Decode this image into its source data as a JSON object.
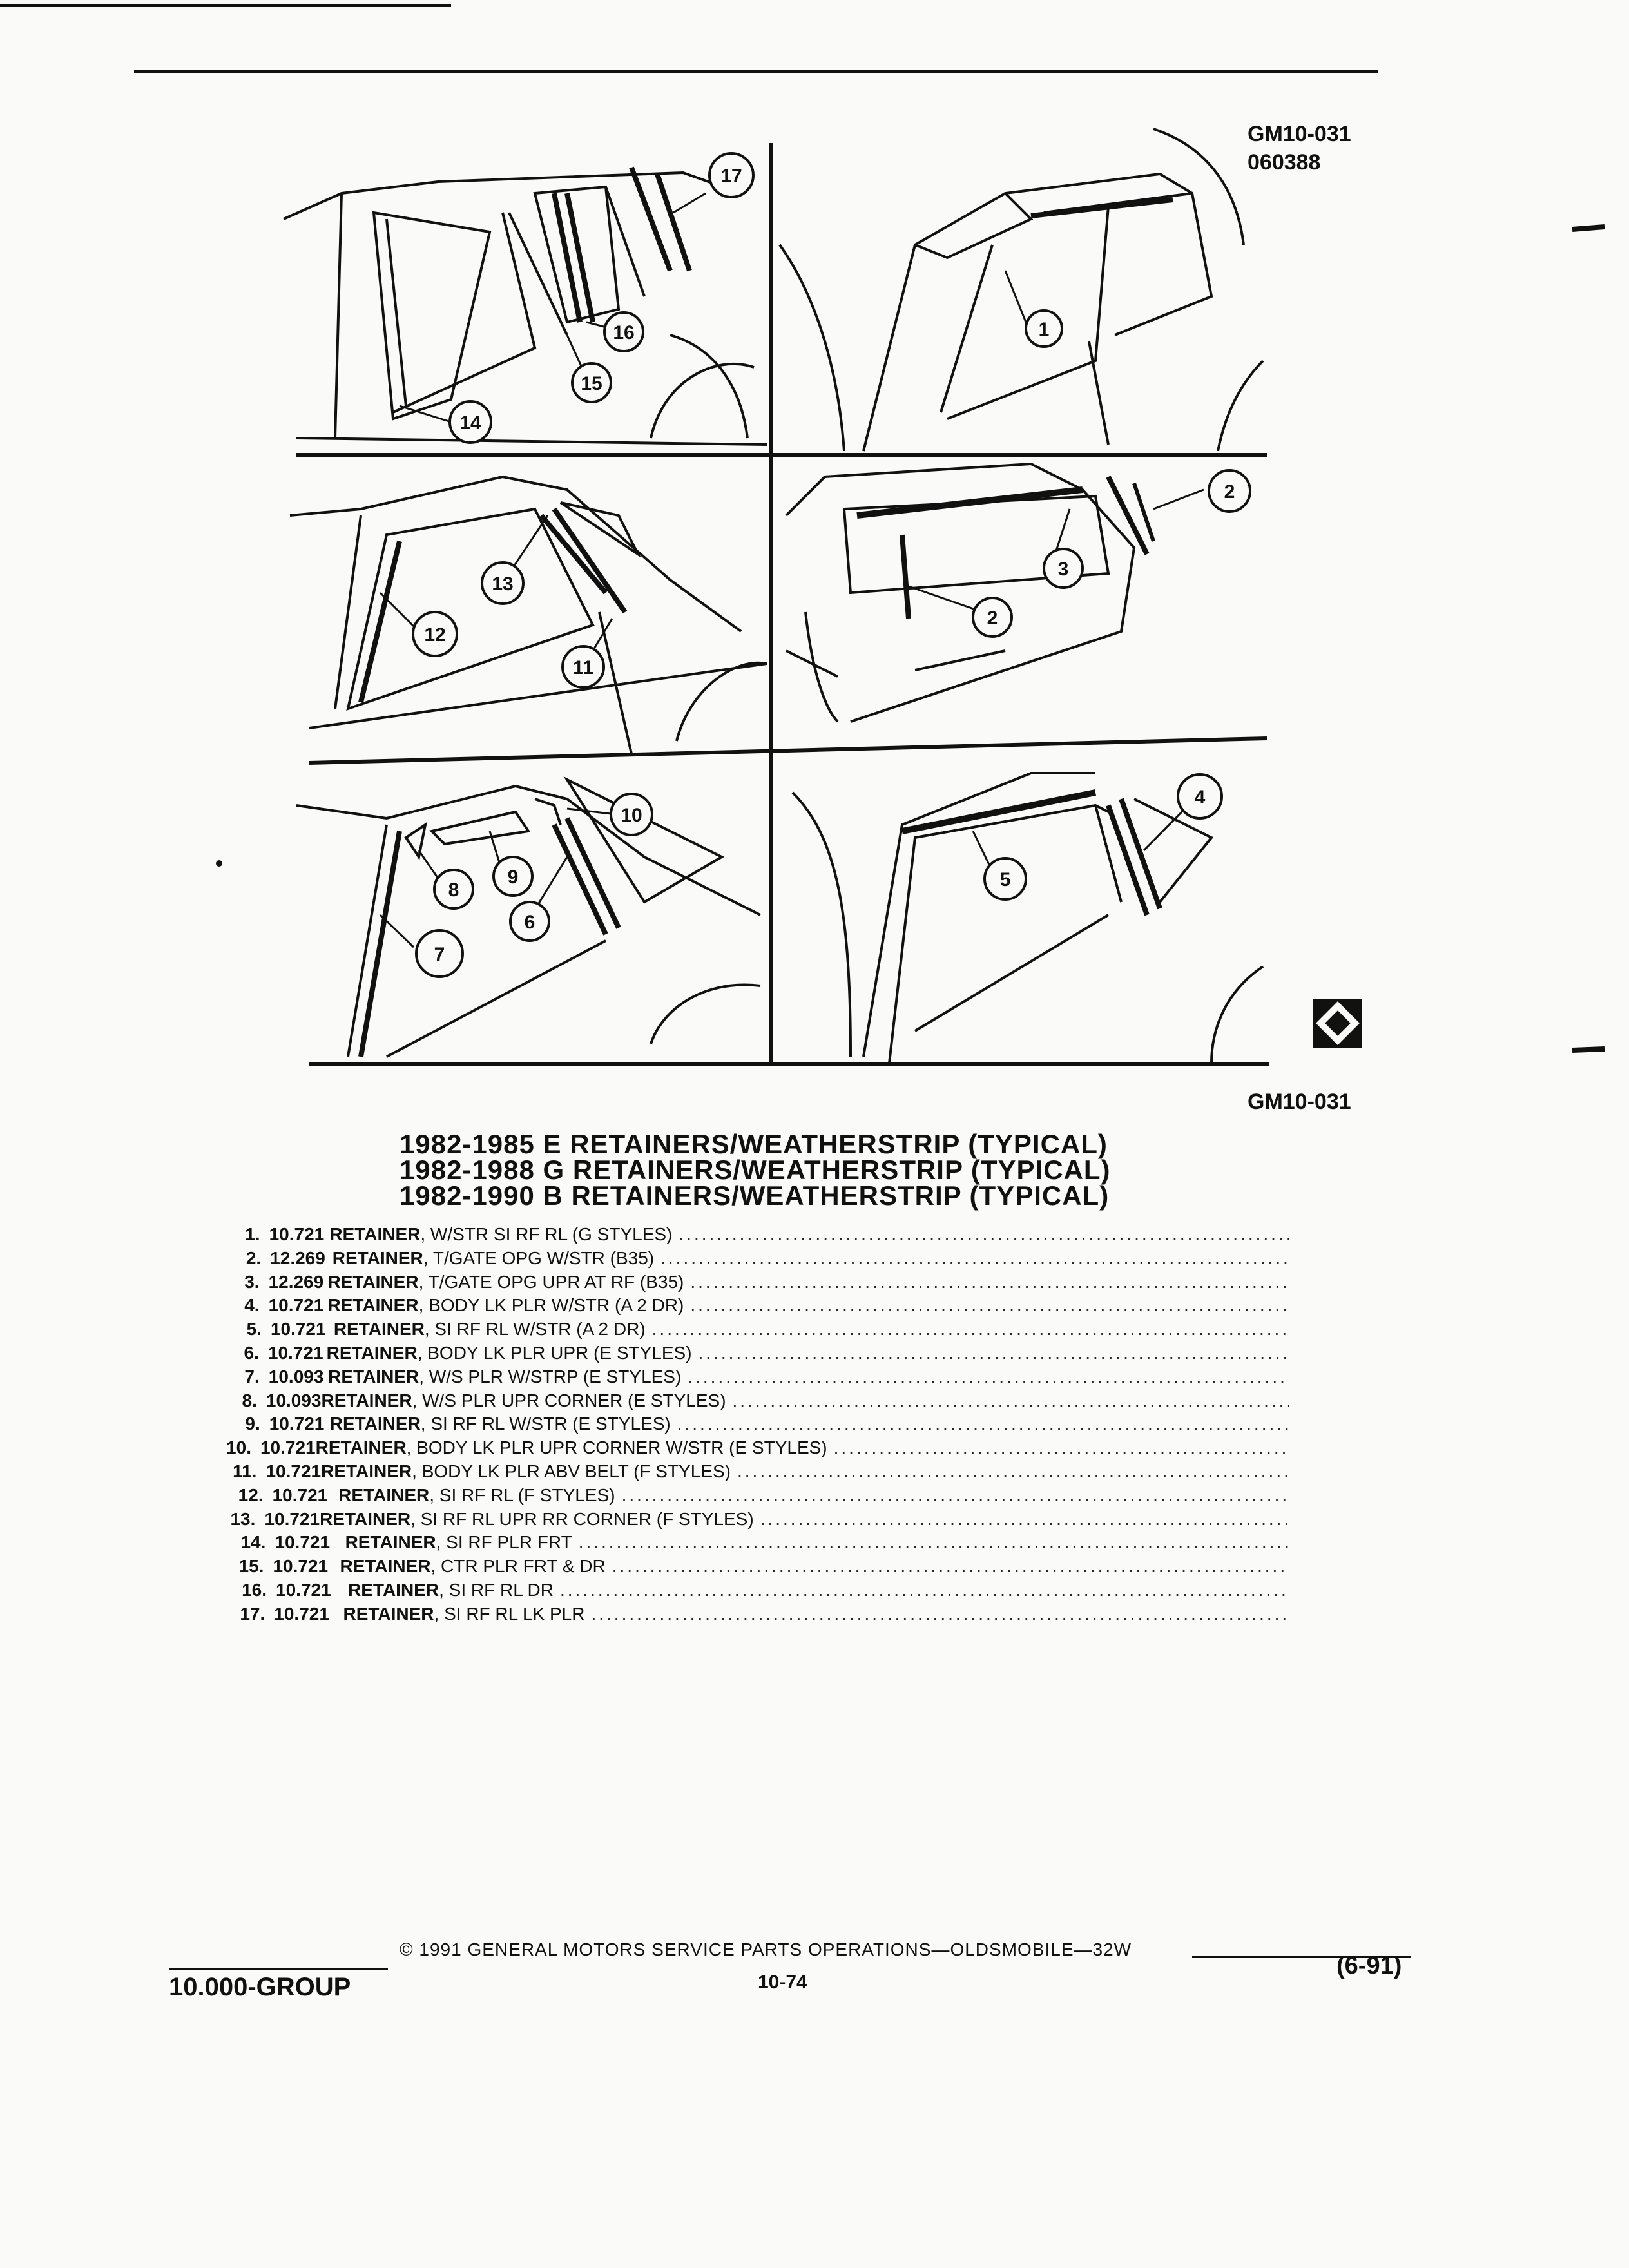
{
  "header": {
    "code": "GM10-031",
    "date_code": "060388"
  },
  "illustration": {
    "caption_code": "GM10-031",
    "callouts": [
      "17",
      "1",
      "16",
      "15",
      "14",
      "13",
      "12",
      "11",
      "2",
      "3",
      "2",
      "10",
      "9",
      "8",
      "6",
      "7",
      "5",
      "4"
    ],
    "logo_icon": "gm-diamond-icon"
  },
  "title": {
    "lines": [
      "1982-1985 E RETAINERS/WEATHERSTRIP (TYPICAL)",
      "1982-1988 G RETAINERS/WEATHERSTRIP (TYPICAL)",
      "1982-1990 B RETAINERS/WEATHERSTRIP (TYPICAL)"
    ]
  },
  "parts": [
    {
      "num": "1.",
      "group": "10.721",
      "part": "RETAINER",
      "desc": ", W/STR SI RF RL (G STYLES)"
    },
    {
      "num": "2.",
      "group": "12.269",
      "part": "RETAINER",
      "desc": ", T/GATE OPG W/STR (B35)"
    },
    {
      "num": "3.",
      "group": "12.269",
      "part": "RETAINER",
      "desc": ", T/GATE OPG UPR AT RF (B35)"
    },
    {
      "num": "4.",
      "group": "10.721",
      "part": "RETAINER",
      "desc": ", BODY LK PLR W/STR (A 2 DR)"
    },
    {
      "num": "5.",
      "group": "10.721",
      "part": "RETAINER",
      "desc": ", SI RF RL W/STR (A 2 DR)"
    },
    {
      "num": "6.",
      "group": "10.721",
      "part": "RETAINER",
      "desc": ", BODY LK PLR UPR (E STYLES)"
    },
    {
      "num": "7.",
      "group": "10.093",
      "part": "RETAINER",
      "desc": ", W/S PLR W/STRP (E STYLES)"
    },
    {
      "num": "8.",
      "group": "10.093",
      "part": "RETAINER",
      "desc": ", W/S PLR UPR CORNER (E STYLES)"
    },
    {
      "num": "9.",
      "group": "10.721",
      "part": "RETAINER",
      "desc": ", SI RF RL W/STR (E STYLES)"
    },
    {
      "num": "10.",
      "group": "10.721",
      "part": "RETAINER",
      "desc": ", BODY LK PLR UPR CORNER W/STR (E STYLES)"
    },
    {
      "num": "11.",
      "group": "10.721",
      "part": "RETAINER",
      "desc": ", BODY LK PLR ABV BELT (F STYLES)"
    },
    {
      "num": "12.",
      "group": "10.721",
      "part": "RETAINER",
      "desc": ", SI RF RL (F STYLES)"
    },
    {
      "num": "13.",
      "group": "10.721",
      "part": "RETAINER",
      "desc": ", SI RF RL UPR RR CORNER (F STYLES)"
    },
    {
      "num": "14.",
      "group": "10.721",
      "part": "RETAINER",
      "desc": ", SI RF PLR FRT"
    },
    {
      "num": "15.",
      "group": "10.721",
      "part": "RETAINER",
      "desc": ", CTR PLR FRT & DR"
    },
    {
      "num": "16.",
      "group": "10.721",
      "part": "RETAINER",
      "desc": ", SI RF RL DR"
    },
    {
      "num": "17.",
      "group": "10.721",
      "part": "RETAINER",
      "desc": ", SI RF RL LK PLR"
    }
  ],
  "footer": {
    "copyright": "© 1991 GENERAL MOTORS SERVICE PARTS OPERATIONS—OLDSMOBILE—32W",
    "group": "10.000-GROUP",
    "page": "10-74",
    "revision": "(6-91)"
  }
}
